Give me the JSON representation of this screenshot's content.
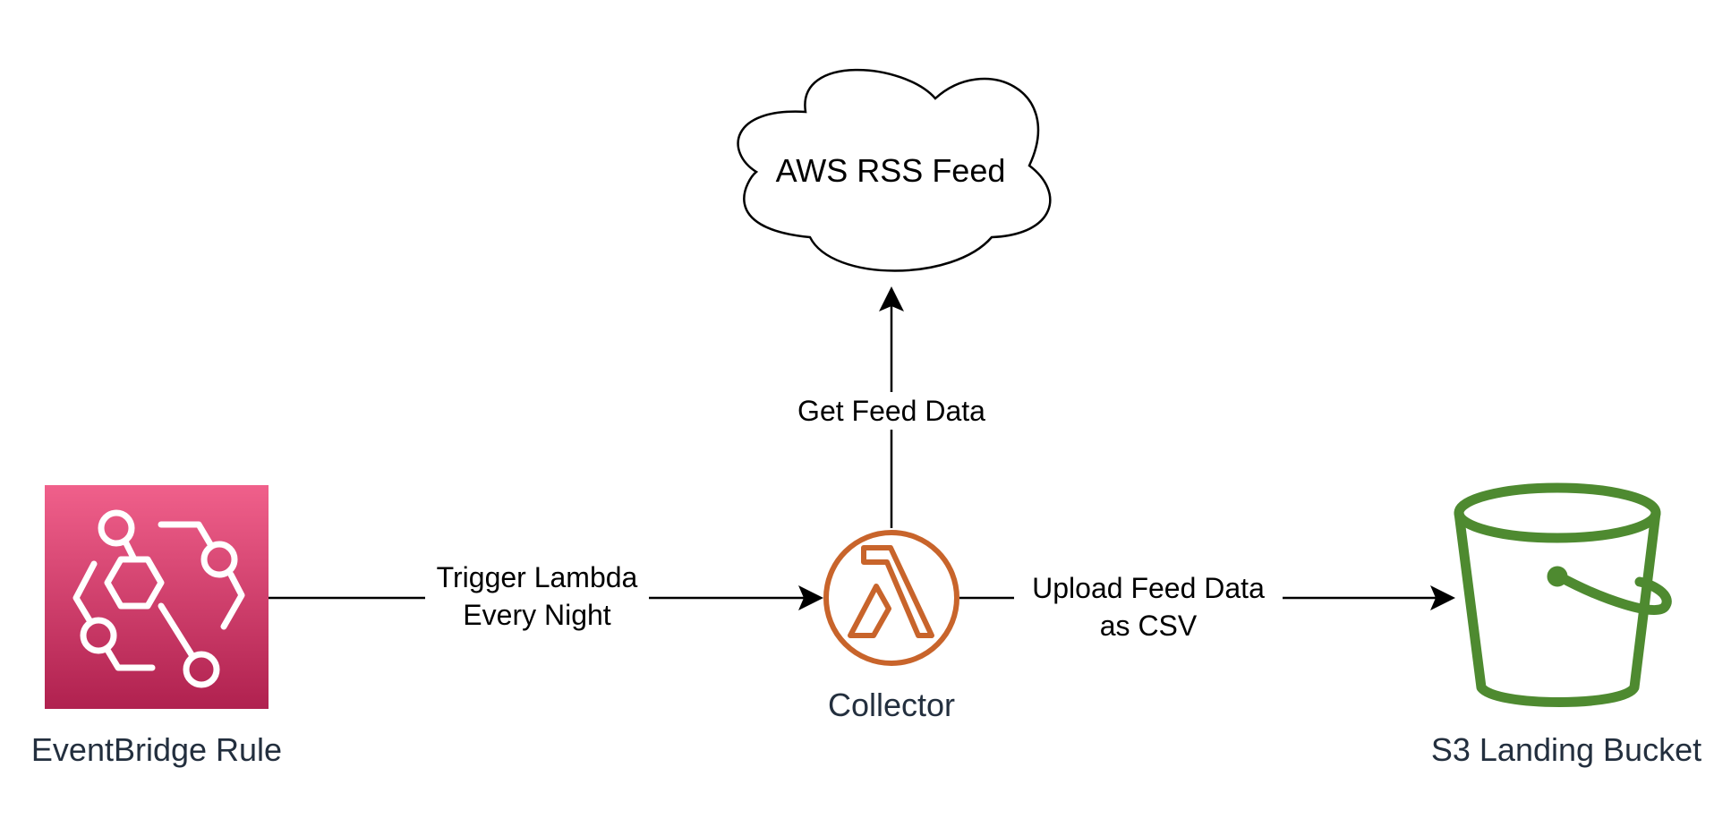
{
  "nodes": {
    "eventbridge": {
      "label": "EventBridge Rule",
      "color": "#C7235E"
    },
    "collector": {
      "label": "Collector",
      "color": "#C8642B"
    },
    "s3": {
      "label": "S3 Landing Bucket",
      "color": "#4E8A30"
    },
    "rss": {
      "label": "AWS RSS Feed"
    }
  },
  "edges": {
    "trigger": {
      "line1": "Trigger Lambda",
      "line2": "Every Night"
    },
    "get_feed": {
      "line1": "Get Feed Data"
    },
    "upload": {
      "line1": "Upload Feed Data",
      "line2": "as CSV"
    }
  },
  "icons": [
    "eventbridge-icon",
    "lambda-icon",
    "s3-bucket-icon",
    "cloud-shape"
  ]
}
